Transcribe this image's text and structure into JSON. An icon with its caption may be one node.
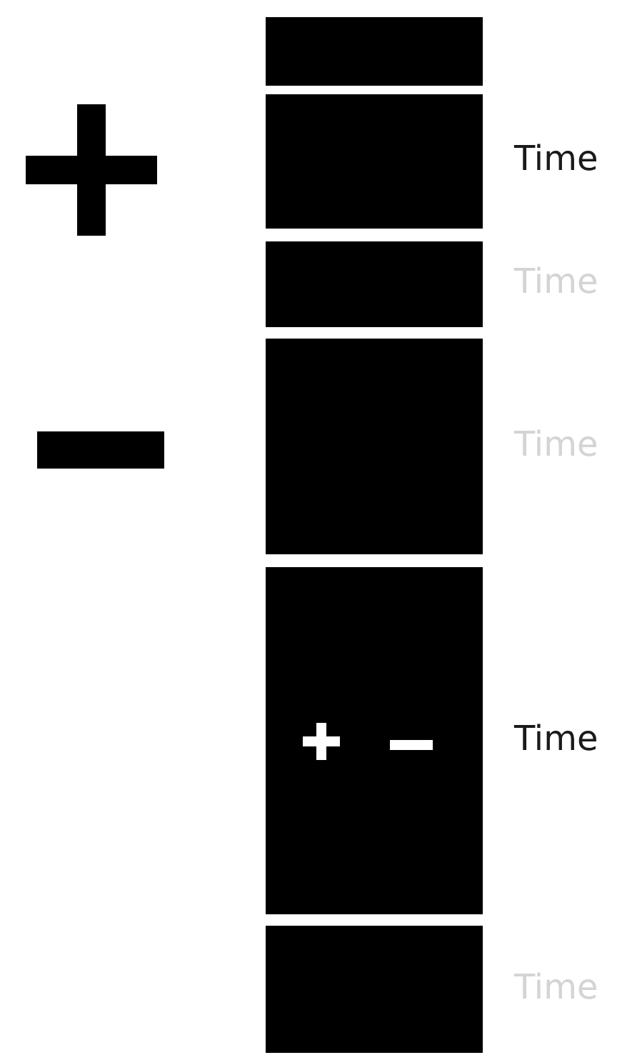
{
  "diagram": {
    "nodes": [
      {
        "text": [],
        "shape": "bar"
      },
      {
        "text": [],
        "shape": "bar",
        "beside": [
          "Time"
        ]
      },
      {
        "text": [],
        "shape": "bar",
        "beside": [
          "Time"
        ]
      },
      {
        "text": [],
        "shape": "bar",
        "beside": [
          "Time"
        ]
      },
      {
        "text": [],
        "shape": "bar",
        "beside": [
          "Time"
        ]
      },
      {
        "text": [],
        "shape": "bar",
        "beside": [
          "Time"
        ]
      }
    ]
  }
}
